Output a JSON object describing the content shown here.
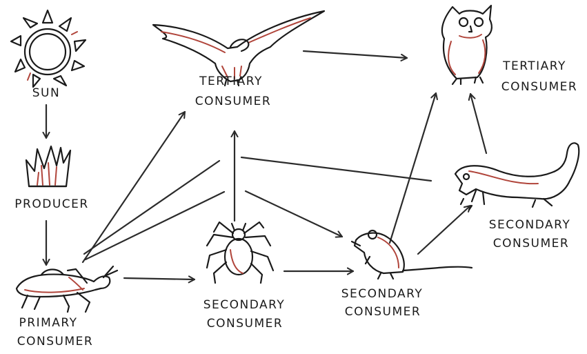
{
  "colors": {
    "ink": "#1a1a1a",
    "accent": "#b0443a",
    "background": "#ffffff"
  },
  "nodes": {
    "sun": {
      "icon": "sun-icon",
      "label": "SUN"
    },
    "producer": {
      "icon": "grass-icon",
      "label": "PRODUCER"
    },
    "primary": {
      "icon": "grasshopper-icon",
      "line1": "PRIMARY",
      "line2": "CONSUMER"
    },
    "eagle": {
      "icon": "eagle-icon",
      "line1": "TERTIARY",
      "line2": "CONSUMER"
    },
    "owl": {
      "icon": "owl-icon",
      "line1": "TERTIARY",
      "line2": "CONSUMER"
    },
    "spider": {
      "icon": "spider-icon",
      "line1": "SECONDARY",
      "line2": "CONSUMER"
    },
    "mouse": {
      "icon": "mouse-icon",
      "line1": "SECONDARY",
      "line2": "CONSUMER"
    },
    "weasel": {
      "icon": "weasel-icon",
      "line1": "SECONDARY",
      "line2": "CONSUMER"
    }
  }
}
